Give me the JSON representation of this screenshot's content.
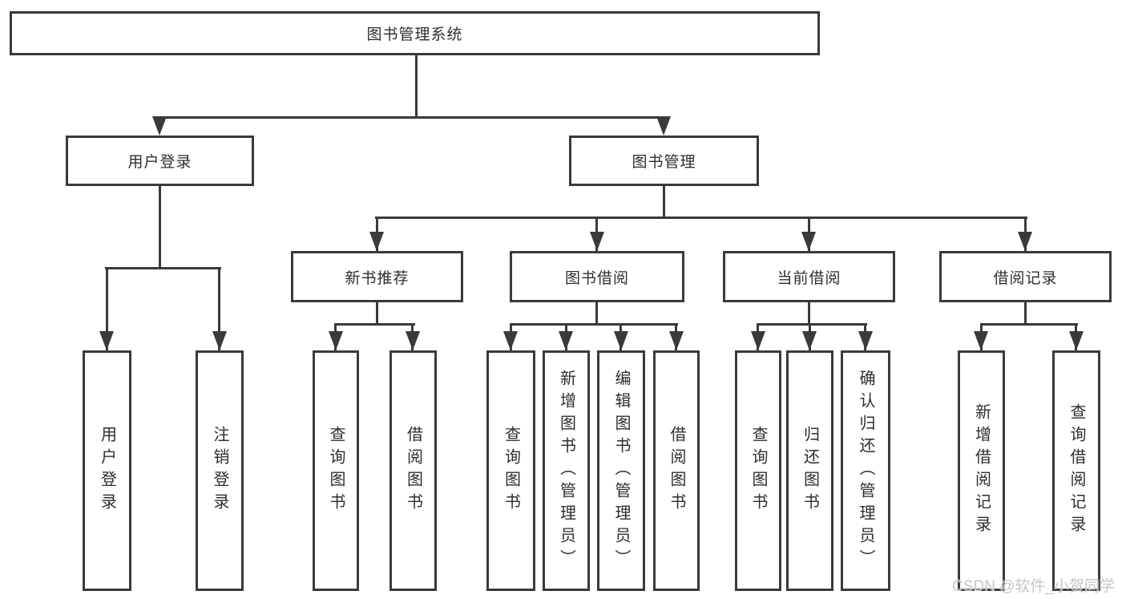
{
  "colors": {
    "line": "#3a3a3a",
    "text": "#2e2e2e",
    "background": "#ffffff",
    "watermark": "#c6c6c6"
  },
  "root_label": "图书管理系统",
  "level2": [
    "用户登录",
    "图书管理"
  ],
  "level3": [
    "新书推荐",
    "图书借阅",
    "当前借阅",
    "借阅记录"
  ],
  "leaves": {
    "login": [
      "用户登录",
      "注销登录"
    ],
    "recommend": [
      "查询图书",
      "借阅图书"
    ],
    "borrow": [
      "查询图书",
      "新增图书（管理员）",
      "编辑图书（管理员）",
      "借阅图书"
    ],
    "current": [
      "查询图书",
      "归还图书",
      "确认归还（管理员）"
    ],
    "records": [
      "新增借阅记录",
      "查询借阅记录"
    ]
  },
  "watermark": "CSDN @软件_小贺同学"
}
